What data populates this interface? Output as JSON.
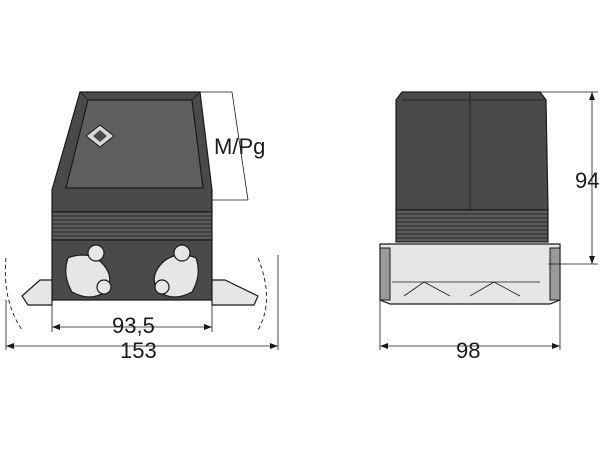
{
  "labels": {
    "cable_entry": "M/Pg",
    "inner_width": "93,5",
    "overall_width": "153",
    "depth": "98",
    "height": "94"
  },
  "icons": {
    "logo": "manufacturer-logo-icon"
  },
  "colors": {
    "body": "#4a4a4a",
    "outline": "#1a1a1a",
    "background": "#ffffff"
  }
}
